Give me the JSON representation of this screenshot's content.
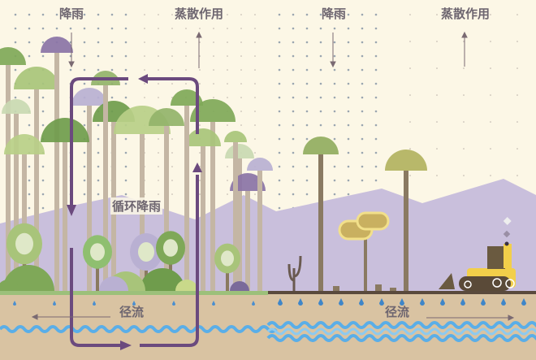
{
  "colors": {
    "background": "#fcf7e6",
    "mountain": "#c9bfdc",
    "ground": "#d9c3a2",
    "water": "#5aaee8",
    "loop_arrow": "#6b4a7e",
    "forest_green": "#7fa858",
    "rain_drop": "#4a8fd0"
  },
  "forest": {
    "rain_label": "降雨",
    "evapotranspiration_label": "蒸散作用",
    "recycled_rain_label": "循环降雨",
    "runoff_label": "径流"
  },
  "deforested": {
    "rain_label": "降雨",
    "evapotranspiration_label": "蒸散作用",
    "runoff_label": "径流"
  },
  "icons": [
    "down-arrow",
    "up-arrow",
    "cycle-arrow",
    "left-arrow",
    "right-arrow",
    "bulldozer"
  ]
}
